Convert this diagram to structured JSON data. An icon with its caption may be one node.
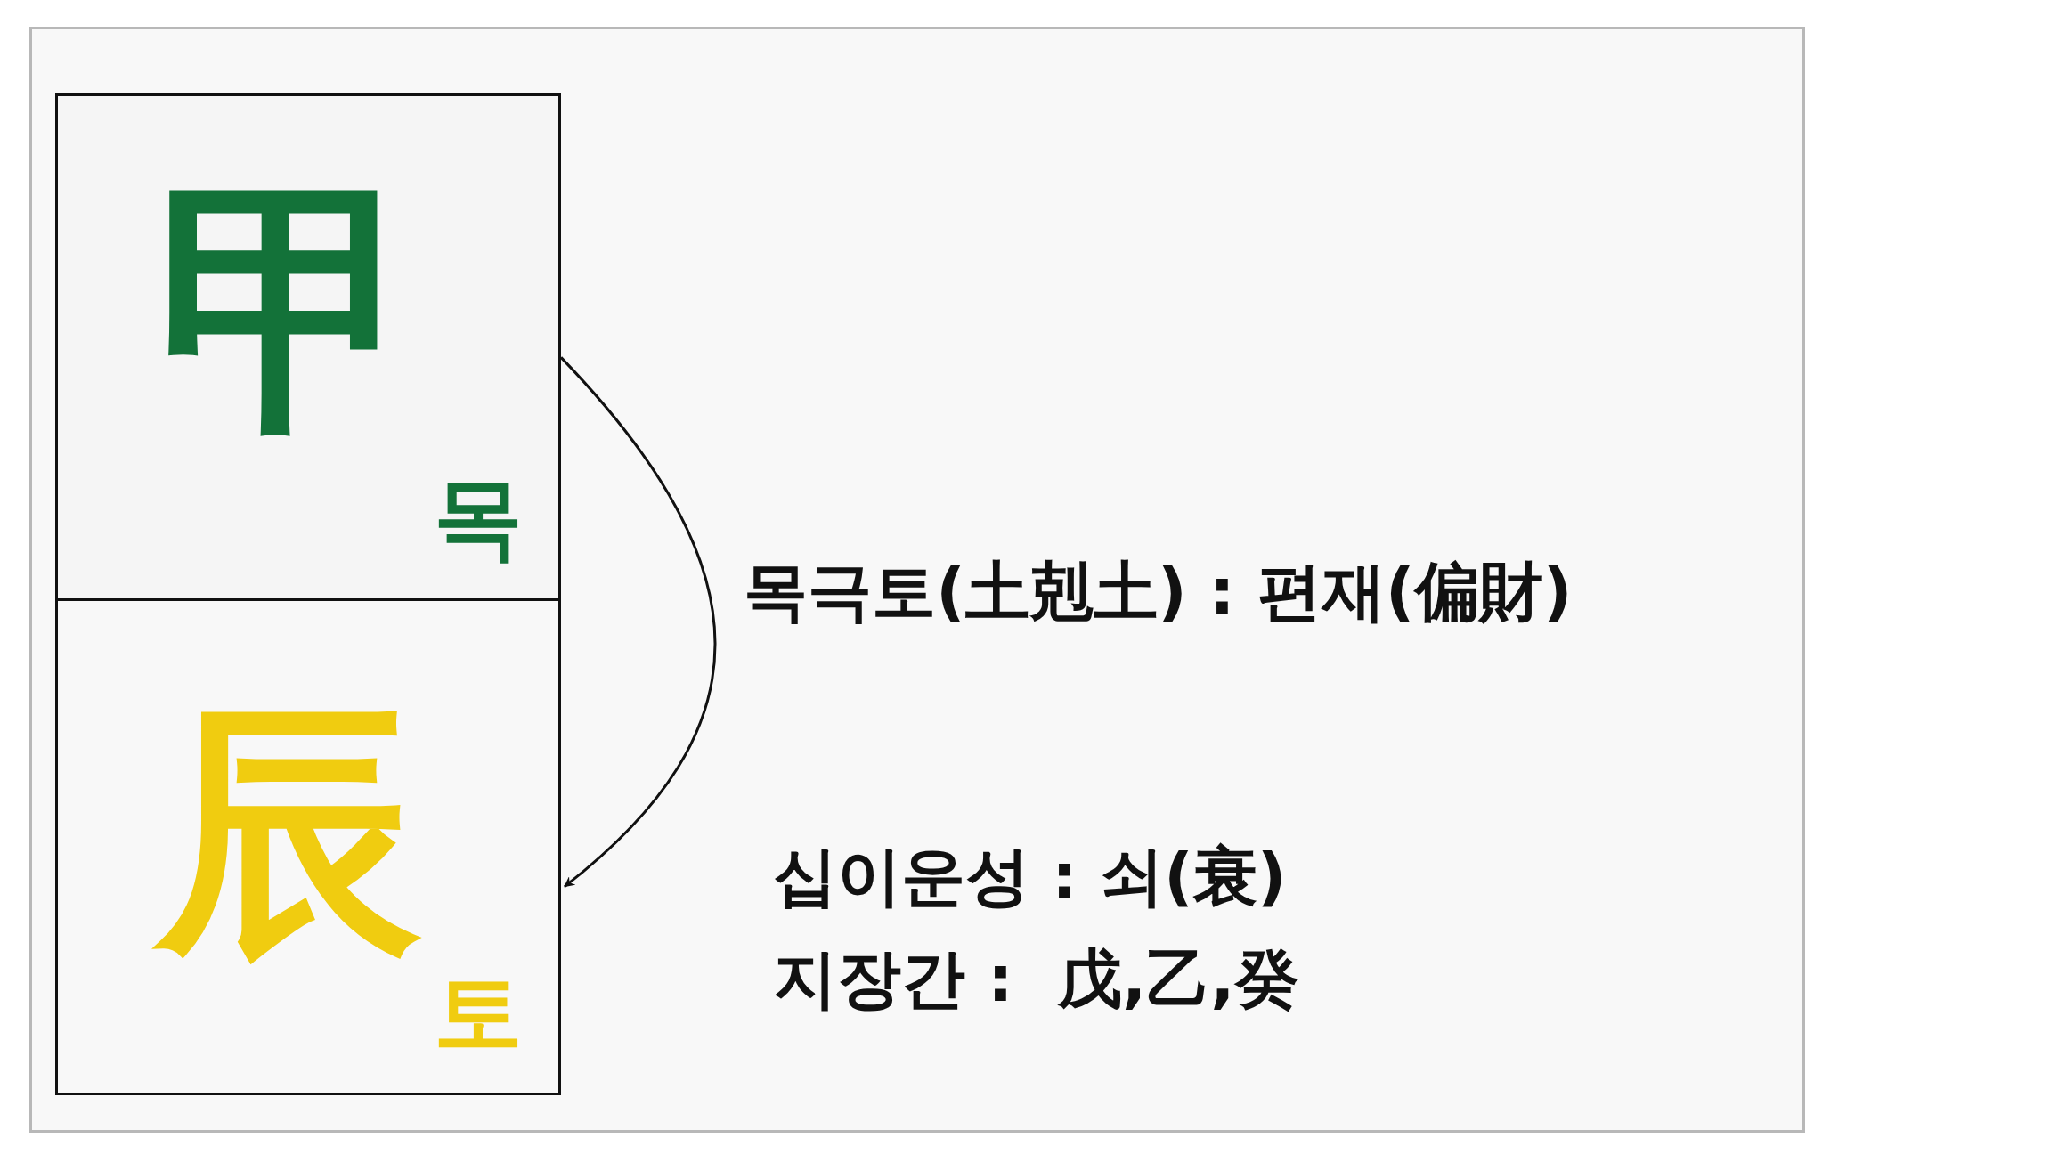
{
  "diagram": {
    "nodes": [
      {
        "text": [
          "甲",
          "목"
        ]
      },
      {
        "text": [
          "辰",
          "토"
        ]
      }
    ],
    "edges": [
      {
        "from": 0,
        "to": 1,
        "arrow": "to"
      }
    ],
    "labels": [
      "목극토(土剋土) : 편재(偏財)",
      "십이운성 : 쇠(衰)",
      "지장간 :  戊,乙,癸"
    ]
  }
}
